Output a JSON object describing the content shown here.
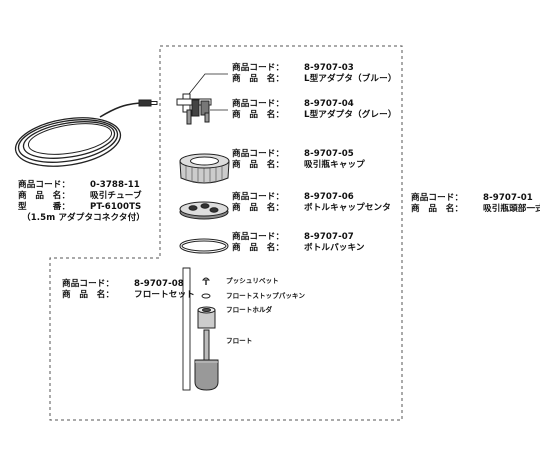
{
  "kit": {
    "code_key": "商品コード：",
    "name_key": "商　品　名：",
    "code": "8-9707-01",
    "name": "吸引瓶頭部一式"
  },
  "tube": {
    "code_key": "商品コード：",
    "name_key": "商　品　名：",
    "model_key": "型　　　番：",
    "code": "0-3788-11",
    "name": "吸引チューブ",
    "model": "PT-6100TS",
    "note": "（1.5m アダプタコネクタ付）"
  },
  "parts": [
    {
      "code_key": "商品コード：",
      "name_key": "商　品　名：",
      "code": "8-9707-03",
      "name": "L型アダプタ（ブルー）"
    },
    {
      "code_key": "商品コード：",
      "name_key": "商　品　名：",
      "code": "8-9707-04",
      "name": "L型アダプタ（グレー）"
    },
    {
      "code_key": "商品コード：",
      "name_key": "商　品　名：",
      "code": "8-9707-05",
      "name": "吸引瓶キャップ"
    },
    {
      "code_key": "商品コード：",
      "name_key": "商　品　名：",
      "code": "8-9707-06",
      "name": "ボトルキャップセンタ"
    },
    {
      "code_key": "商品コード：",
      "name_key": "商　品　名：",
      "code": "8-9707-07",
      "name": "ボトルパッキン"
    }
  ],
  "float_set": {
    "code_key": "商品コード：",
    "name_key": "商　品　名：",
    "code": "8-9707-08",
    "name": "フロートセット",
    "components": [
      "プッシュリベット",
      "フロートストップパッキン",
      "フロートホルダ",
      "フロート"
    ]
  }
}
